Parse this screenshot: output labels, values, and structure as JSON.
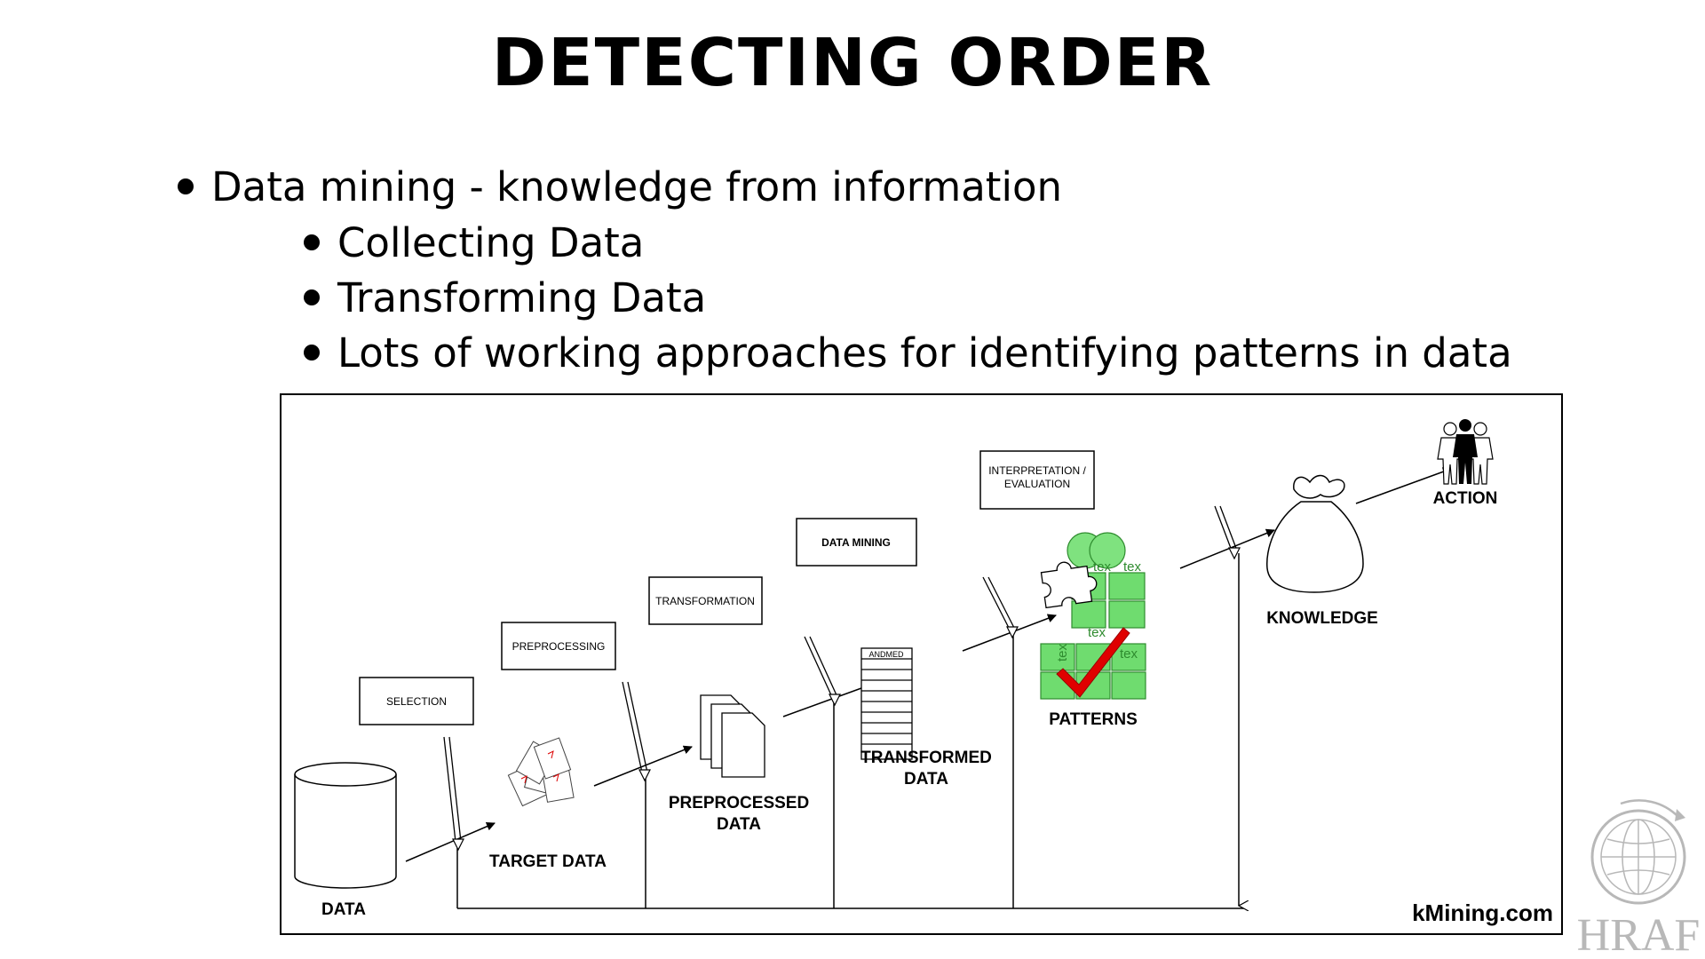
{
  "slide": {
    "title": "DETECTING ORDER",
    "bullets": [
      "Data mining - knowledge from information",
      "Collecting Data",
      "Transforming Data",
      "Lots of working approaches for identifying patterns in data"
    ]
  },
  "diagram": {
    "steps": {
      "selection": "SELECTION",
      "preprocessing": "PREPROCESSING",
      "transformation": "TRANSFORMATION",
      "data_mining": "DATA MINING",
      "interpretation_line1": "INTERPRETATION /",
      "interpretation_line2": "EVALUATION"
    },
    "stages": {
      "data": "DATA",
      "target_data": "TARGET DATA",
      "preprocessed_line1": "PREPROCESSED",
      "preprocessed_line2": "DATA",
      "transformed_line1": "TRANSFORMED",
      "transformed_line2": "DATA",
      "patterns": "PATTERNS",
      "knowledge": "KNOWLEDGE",
      "action": "ACTION"
    },
    "table_header": "ANDMED",
    "pattern_text": [
      "tex",
      "tex",
      "tex",
      "tex",
      "tex"
    ],
    "credit": "kMining.com"
  },
  "logo": {
    "text": "HRAF"
  },
  "colors": {
    "pattern_green": "#6fdc6f",
    "checkmark_red": "#e00000",
    "logo_gray": "#b8b8b8"
  }
}
